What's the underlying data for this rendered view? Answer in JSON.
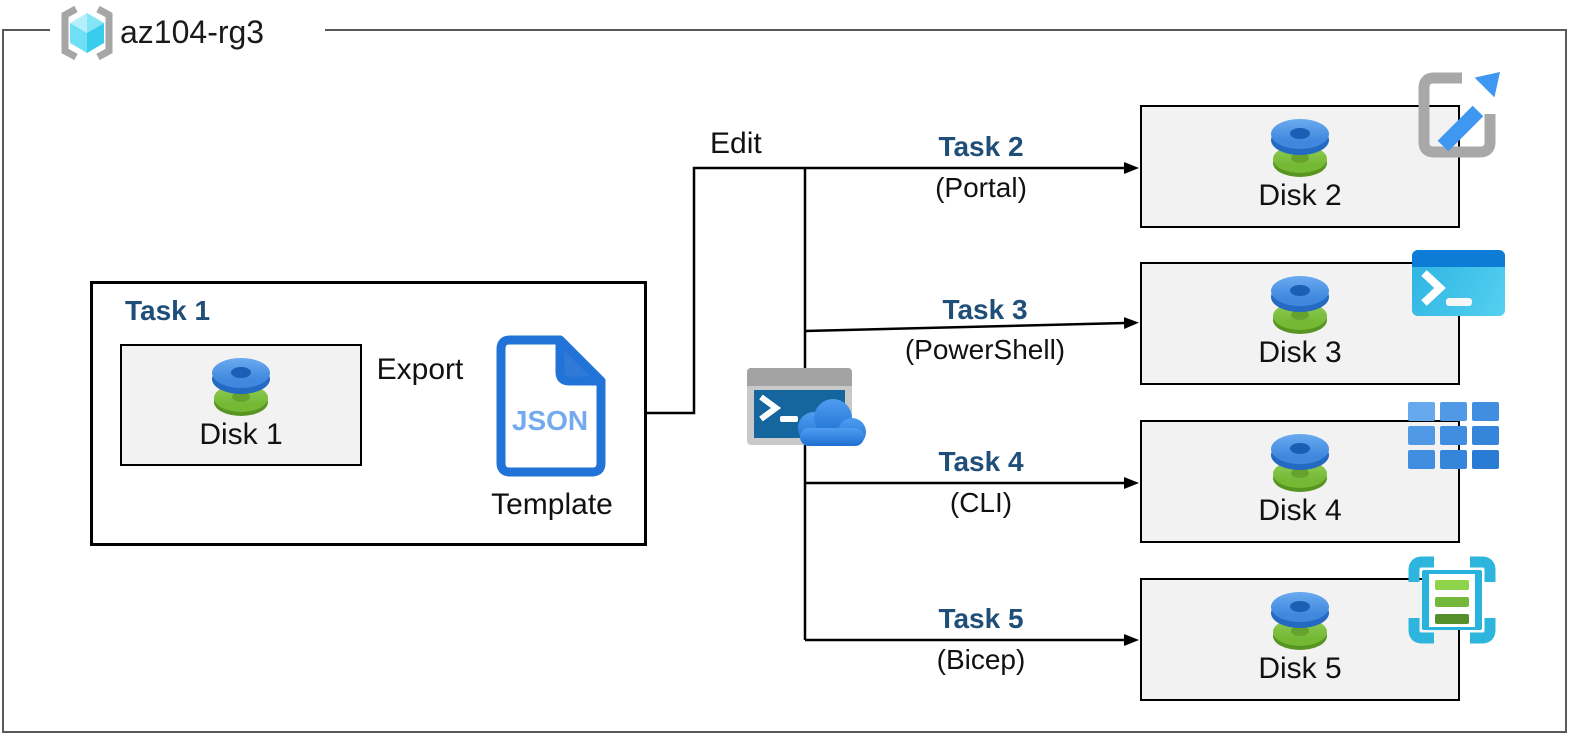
{
  "resource_group": {
    "name": "az104-rg3",
    "icon": "resource-group-icon"
  },
  "task1": {
    "label": "Task 1",
    "disk_label": "Disk 1"
  },
  "labels": {
    "export": "Export",
    "edit": "Edit"
  },
  "template": {
    "file_type": "JSON",
    "label": "Template"
  },
  "tasks": [
    {
      "name": "Task 2",
      "method": "(Portal)",
      "disk_label": "Disk 2",
      "icon": "portal-arrow-icon"
    },
    {
      "name": "Task 3",
      "method": "(PowerShell)",
      "disk_label": "Disk 3",
      "icon": "powershell-icon"
    },
    {
      "name": "Task 4",
      "method": "(CLI)",
      "disk_label": "Disk 4",
      "icon": "cli-grid-icon"
    },
    {
      "name": "Task 5",
      "method": "(Bicep)",
      "disk_label": "Disk 5",
      "icon": "bicep-template-icon"
    }
  ],
  "colors": {
    "task_label_navy": "#1F4E79",
    "box_fill_gray": "#F2F2F2",
    "frame_gray": "#595959",
    "line_black": "#000000",
    "disk_blue": "#3F88DE",
    "disk_green": "#74B834",
    "doc_blue": "#2273D8",
    "json_text_blue": "#74AAEE",
    "cloud_blue": "#2E80E4",
    "shell_navy": "#15669F",
    "powershell_cyan": "#3BC0E8",
    "bicep_cyan": "#2DB5DE",
    "rg_cube_cyan": "#50E6FF",
    "bracket_gray": "#A6A6A6"
  }
}
